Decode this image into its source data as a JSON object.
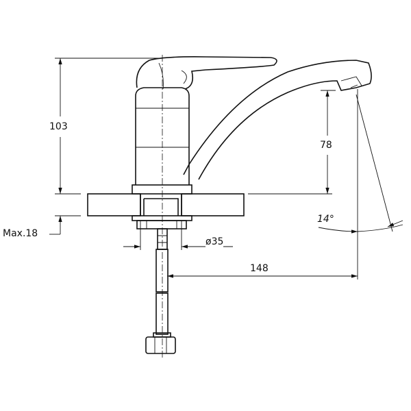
{
  "title": "Single-lever basin mixer dimension drawing",
  "dimensions": {
    "height_total": "103",
    "spout_height": "78",
    "max_counter_thickness": "Max.18",
    "hole_diameter": "ø35",
    "spout_reach": "148",
    "aerator_angle": "14°"
  }
}
